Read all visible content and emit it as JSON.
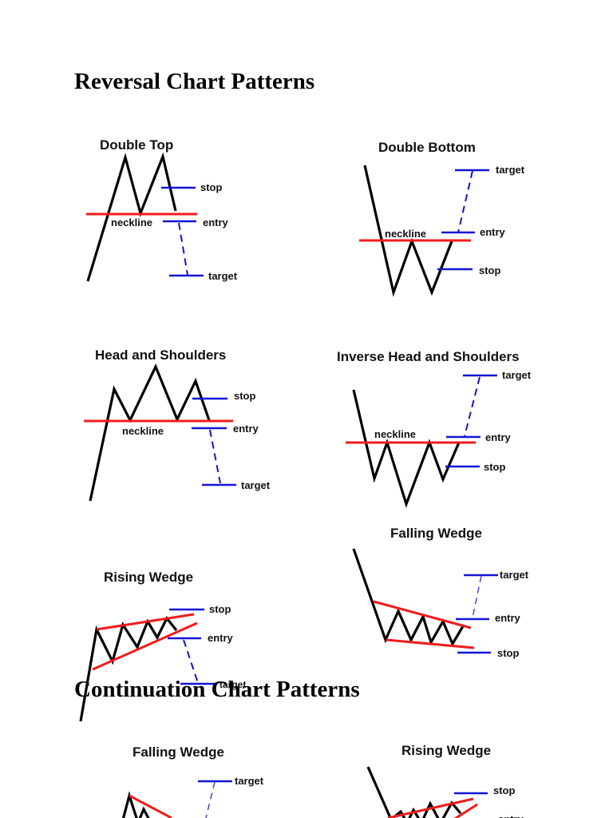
{
  "headings": {
    "reversal": "Reversal Chart Patterns",
    "continuation": "Continuation Chart Patterns"
  },
  "colors": {
    "price_line": "#000000",
    "trend_line": "#ee1c1c",
    "level_line": "#1414d8"
  },
  "diagrams": {
    "double_top": {
      "title": "Double Top",
      "labels": {
        "neckline": "neckline",
        "stop": "stop",
        "entry": "entry",
        "target": "target"
      }
    },
    "double_bottom": {
      "title": "Double Bottom",
      "labels": {
        "neckline": "neckline",
        "stop": "stop",
        "entry": "entry",
        "target": "target"
      }
    },
    "head_and_shoulders": {
      "title": "Head and Shoulders",
      "labels": {
        "neckline": "neckline",
        "stop": "stop",
        "entry": "entry",
        "target": "target"
      }
    },
    "inverse_head_and_shoulders": {
      "title": "Inverse Head and Shoulders",
      "labels": {
        "neckline": "neckline",
        "stop": "stop",
        "entry": "entry",
        "target": "target"
      }
    },
    "rising_wedge_reversal": {
      "title": "Rising Wedge",
      "labels": {
        "stop": "stop",
        "entry": "entry",
        "target": "target"
      }
    },
    "falling_wedge_reversal": {
      "title": "Falling Wedge",
      "labels": {
        "stop": "stop",
        "entry": "entry",
        "target": "target"
      }
    },
    "falling_wedge_continuation": {
      "title": "Falling Wedge",
      "labels": {
        "target": "target"
      }
    },
    "rising_wedge_continuation": {
      "title": "Rising Wedge",
      "labels": {
        "stop": "stop",
        "entry": "entry"
      }
    }
  }
}
